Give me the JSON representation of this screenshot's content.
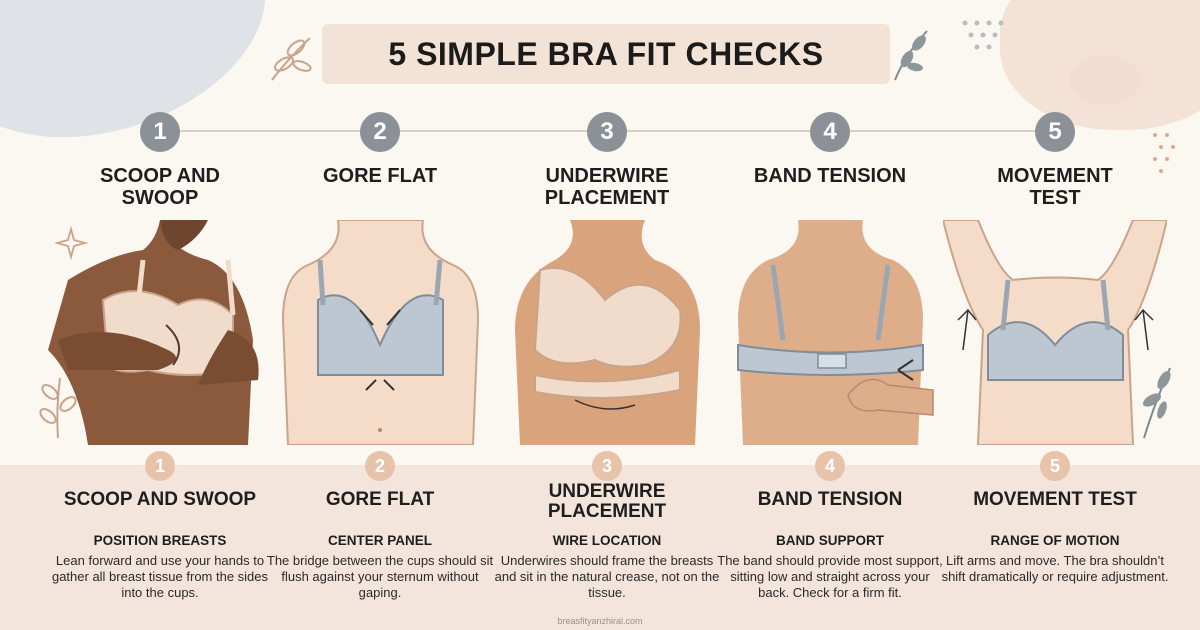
{
  "title": "5 SIMPLE BRA FIT CHECKS",
  "footer": "breasfityanzhiral.com",
  "colors": {
    "number_gray": "#8b9196",
    "number_peach": "#e6c3a9",
    "band_peach": "#f3e5db",
    "bra_gray": "#bcc7d2",
    "bra_nude": "#f1dccb"
  },
  "steps": [
    {
      "number": "1",
      "title_top": "SCOOP AND SWOOP",
      "title_bottom": "SCOOP AND SWOOP",
      "subtitle": "POSITION BREASTS",
      "description": "Lean forward and use your hands to gather all breast tissue from the sides into the cups."
    },
    {
      "number": "2",
      "title_top": "GORE FLAT",
      "title_bottom": "GORE FLAT",
      "subtitle": "CENTER PANEL",
      "description": "The bridge between the cups should sit flush against your sternum without gaping."
    },
    {
      "number": "3",
      "title_top": "UNDERWIRE PLACEMENT",
      "title_bottom": "UNDERWIRE PLACEMENT",
      "subtitle": "WIRE LOCATION",
      "description": "Underwires should frame the breasts and sit in the natural crease, not on the tissue."
    },
    {
      "number": "4",
      "title_top": "BAND TENSION",
      "title_bottom": "BAND TENSION",
      "subtitle": "BAND SUPPORT",
      "description": "The band should provide most support, sitting low and straight across your back. Check for a firm fit."
    },
    {
      "number": "5",
      "title_top": "MOVEMENT TEST",
      "title_bottom": "MOVEMENT TEST",
      "subtitle": "RANGE OF MOTION",
      "description": "Lift arms and move. The bra shouldn’t shift dramatically or require adjustment."
    }
  ]
}
